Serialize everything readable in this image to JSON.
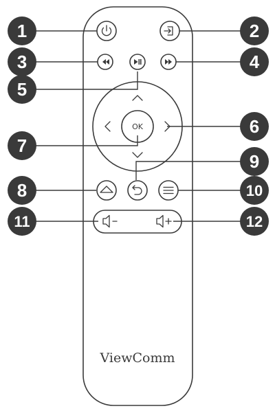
{
  "remote": {
    "ok_label": "OK",
    "brand": "ViewComm"
  },
  "callouts": [
    {
      "number": "1",
      "target": "power"
    },
    {
      "number": "2",
      "target": "input-source"
    },
    {
      "number": "3",
      "target": "rewind"
    },
    {
      "number": "4",
      "target": "fast-forward"
    },
    {
      "number": "5",
      "target": "play-pause"
    },
    {
      "number": "6",
      "target": "directional-pad"
    },
    {
      "number": "7",
      "target": "ok"
    },
    {
      "number": "8",
      "target": "home"
    },
    {
      "number": "9",
      "target": "back"
    },
    {
      "number": "10",
      "target": "menu"
    },
    {
      "number": "11",
      "target": "volume-down"
    },
    {
      "number": "12",
      "target": "volume-up"
    }
  ],
  "colors": {
    "line": "#3a3a3a",
    "background": "#ffffff"
  },
  "icons": {
    "power": "power-icon",
    "input": "input-source-icon",
    "rewind": "rewind-icon",
    "play_pause": "play-pause-icon",
    "fast_forward": "fast-forward-icon",
    "home": "home-icon",
    "back": "back-icon",
    "menu": "menu-icon",
    "vol_down": "volume-down-icon",
    "vol_up": "volume-up-icon"
  }
}
